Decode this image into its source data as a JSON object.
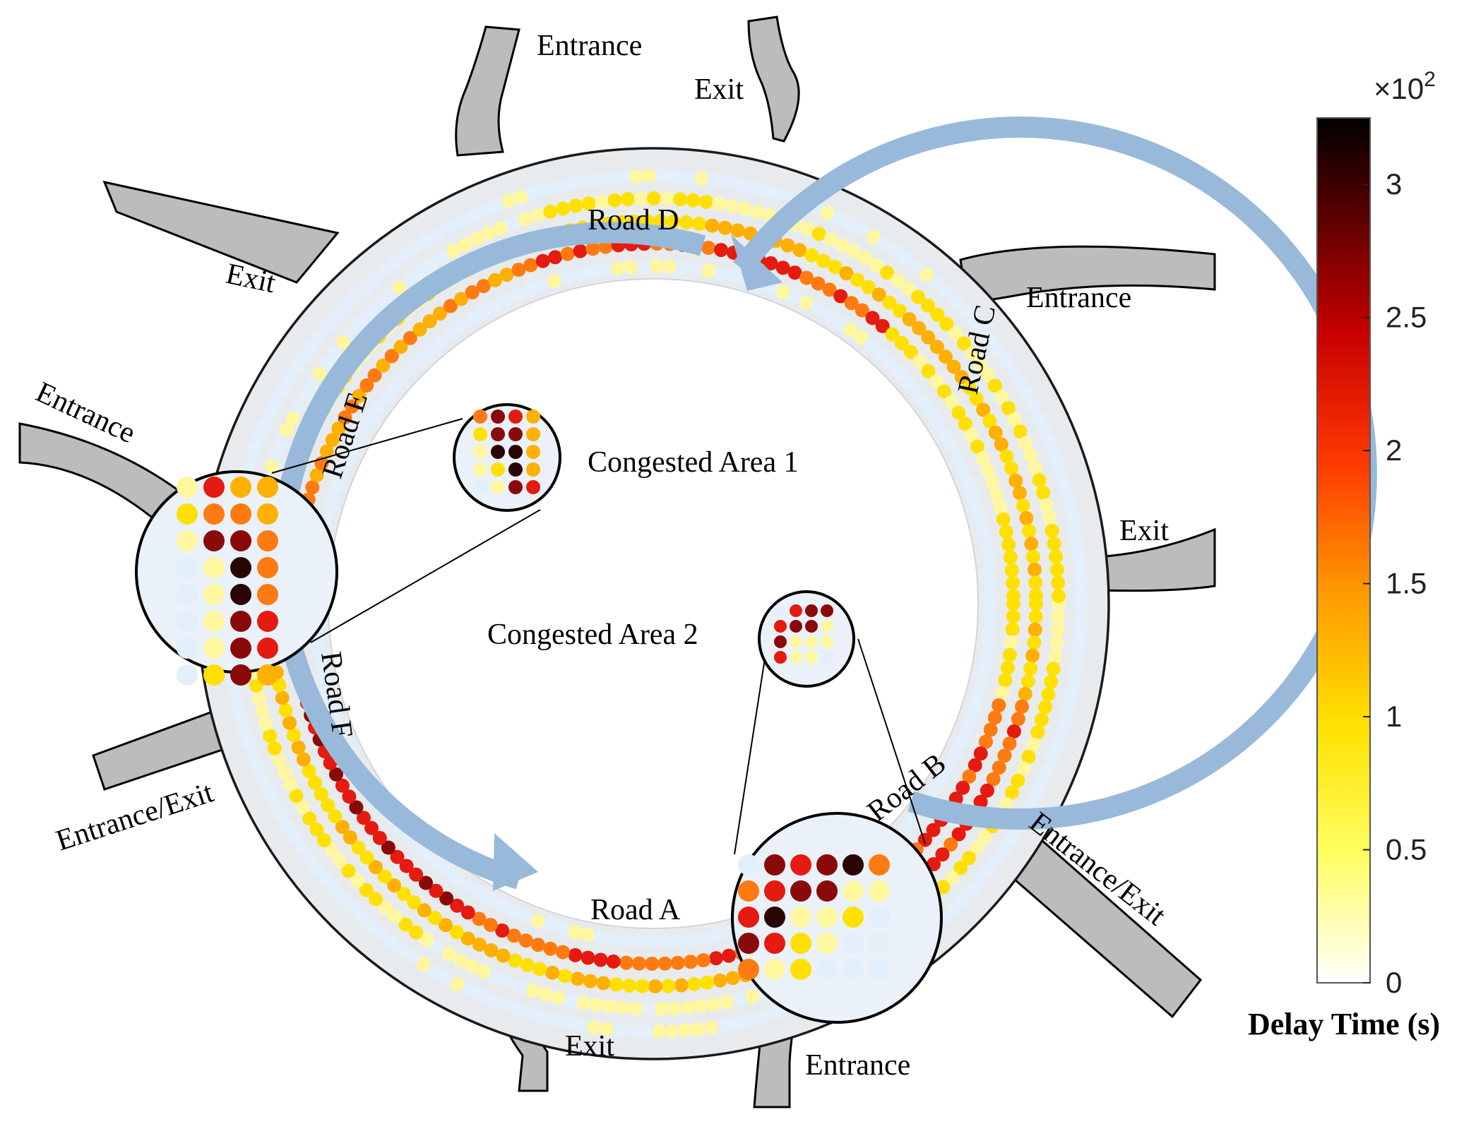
{
  "labels": {
    "entrance": "Entrance",
    "exit": "Exit",
    "entrance_exit": "Entrance/Exit",
    "road_a": "Road A",
    "road_b": "Road B",
    "road_c": "Road C",
    "road_d": "Road D",
    "road_e": "Road E",
    "road_f": "Road F",
    "congested_area_1": "Congested Area 1",
    "congested_area_2": "Congested Area 2"
  },
  "colorbar": {
    "title": "Delay Time (s)",
    "multiplier_base": "×10",
    "multiplier_exp": "2",
    "ticks": [
      "0",
      "0.5",
      "1",
      "1.5",
      "2",
      "2.5",
      "3"
    ],
    "tick_values": [
      0,
      0.5,
      1,
      1.5,
      2,
      2.5,
      3
    ],
    "max": 3.25,
    "colormap": [
      "#ffffff",
      "#fffe50",
      "#ffd400",
      "#ff8a00",
      "#ff2a00",
      "#b00000",
      "#3a0000",
      "#000000"
    ]
  },
  "lane_colors": {
    "free": "#e3effa",
    "light": "#fff7a0",
    "yellow": "#ffe000",
    "amber": "#ffb000",
    "orange": "#ff7a10",
    "red": "#e51a10",
    "darkred": "#8a0a0a",
    "black": "#2a0505"
  }
}
